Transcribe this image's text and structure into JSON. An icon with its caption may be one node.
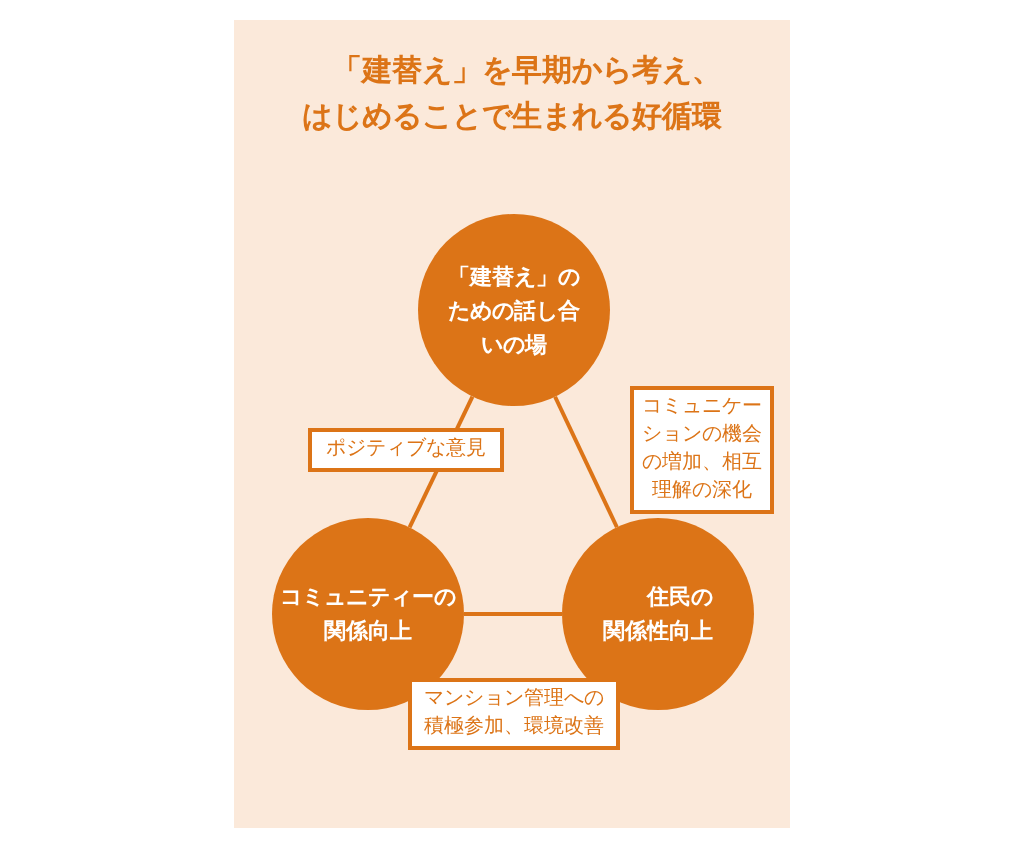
{
  "diagram": {
    "title": "「建替え」を早期から考え、はじめることで生まれる好循環",
    "nodes": [
      {
        "text": [
          "「建替え」のための話し合いの場"
        ]
      },
      {
        "text": [
          "コミュニティーの関係向上"
        ]
      },
      {
        "text": [
          "住民の関係性向上"
        ]
      }
    ],
    "edges": [
      {
        "from": 0,
        "to": 1,
        "arrow": "none",
        "label": "ポジティブな意見"
      },
      {
        "from": 0,
        "to": 2,
        "arrow": "none",
        "label": "コミュニケーションの機会の増加、相互理解の深化"
      },
      {
        "from": 1,
        "to": 2,
        "arrow": "none",
        "label": "マンション管理への積極参加、環境改善"
      }
    ]
  }
}
